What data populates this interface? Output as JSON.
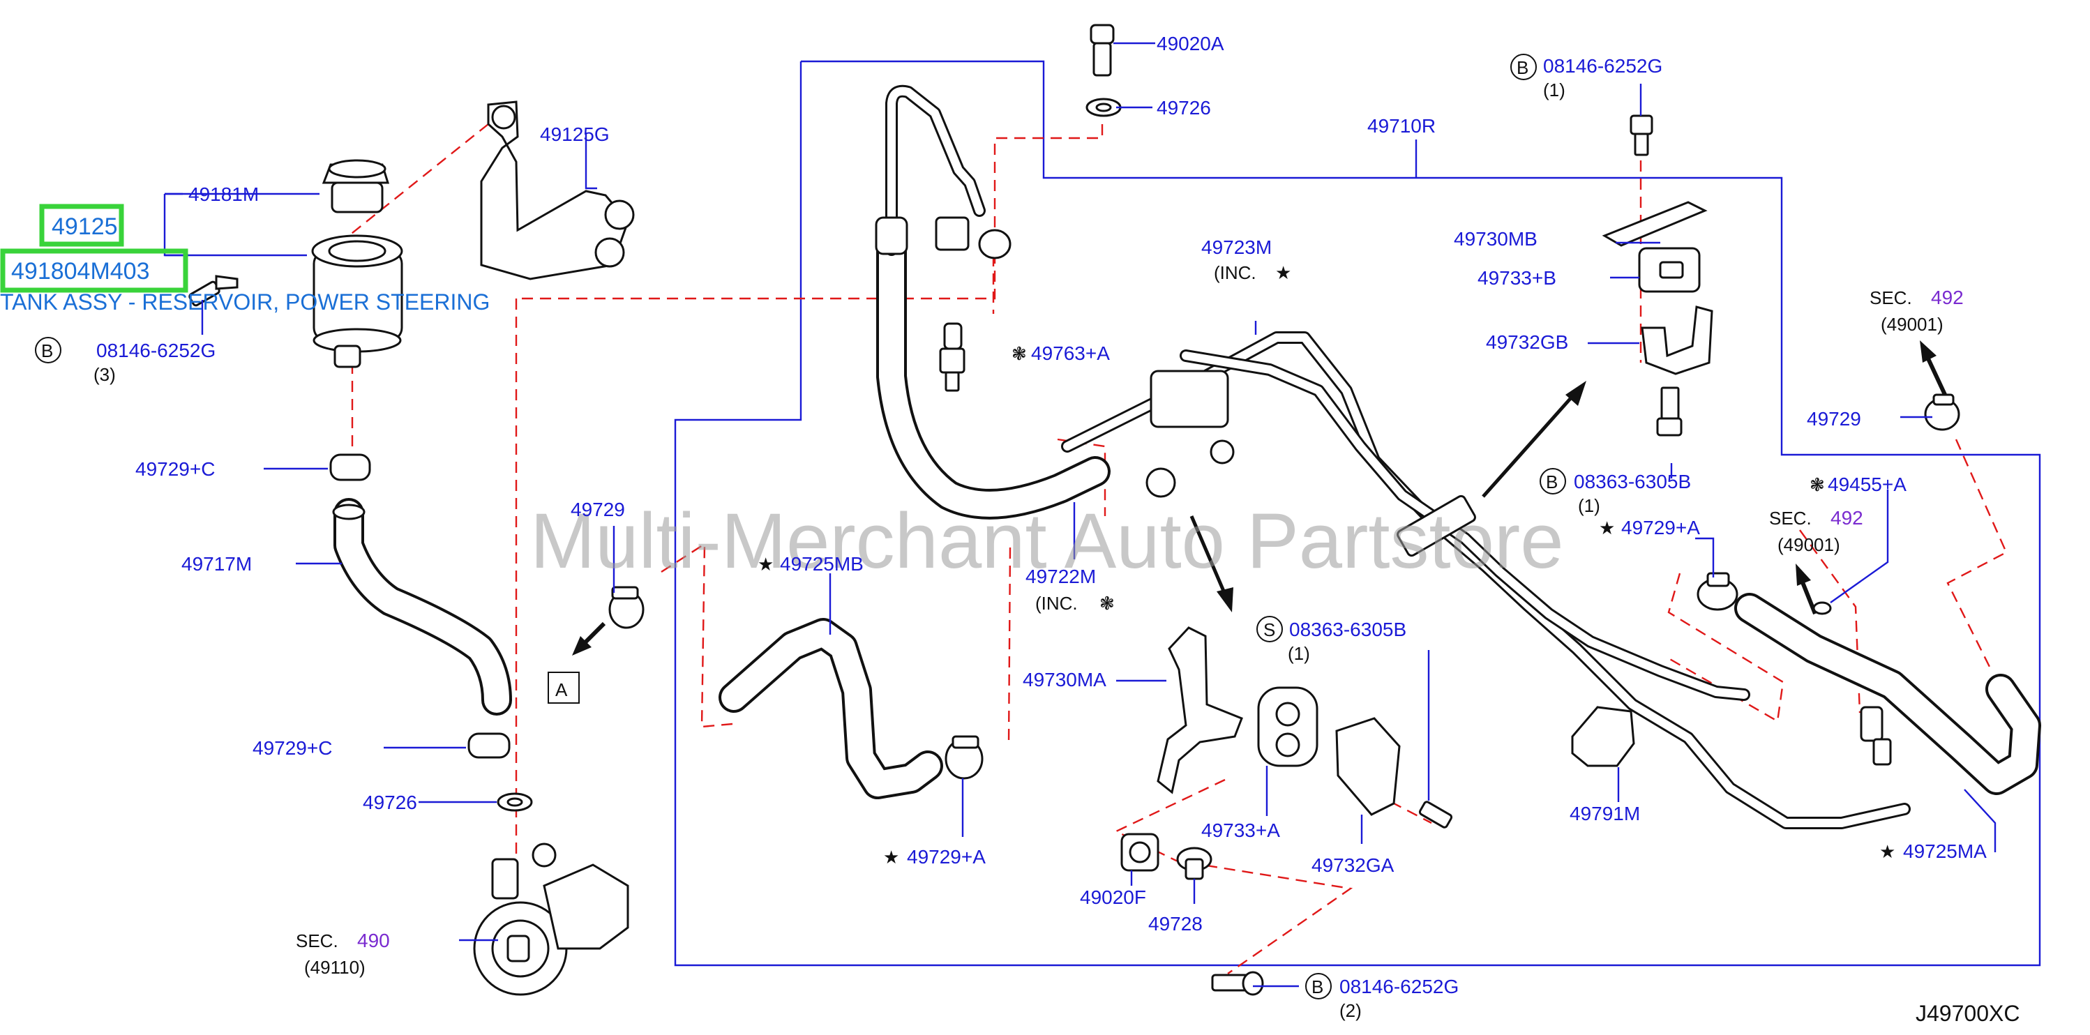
{
  "diagram": {
    "code": "J49700XC",
    "watermark": "Multi-Merchant Auto Partstore",
    "highlight": {
      "part_a": "49125",
      "part_b": "491804M403",
      "part_b_name": "TANK ASSY - RESERVOIR, POWER STEERING"
    },
    "callouts": {
      "p49181M": "49181M",
      "p49125G": "49125G",
      "p49020A": "49020A",
      "p49726_top": "49726",
      "p49710R": "49710R",
      "p49723M": "49723M",
      "p49723M_inc": "(INC.",
      "p49763A": "49763+A",
      "p49730MB": "49730MB",
      "p49733B": "49733+B",
      "p49732GB": "49732GB",
      "p49729_right": "49729",
      "p49729C_1": "49729+C",
      "p49717M": "49717M",
      "p49729C_2": "49729+C",
      "p49726_bot": "49726",
      "p49729_mid": "49729",
      "p49725MB": "49725MB",
      "p49722M": "49722M",
      "p49722M_inc": "(INC.",
      "p49729A_left": "49729+A",
      "p49730MA": "49730MA",
      "p49733A": "49733+A",
      "p49732GA": "49732GA",
      "p49020F": "49020F",
      "p49728": "49728",
      "p49791M": "49791M",
      "p49725MA": "49725MA",
      "p49729A_right": "49729+A",
      "p49455A": "49455+A",
      "ref_a": "A"
    },
    "bolts": {
      "b1_code": "08146-6252G",
      "b1_qty": "(3)",
      "b2_code": "08146-6252G",
      "b2_qty": "(1)",
      "b3_code": "08363-6305B",
      "b3_qty": "(1)",
      "b4_code": "08363-6305B",
      "b4_qty": "(1)",
      "b5_code": "08146-6252G",
      "b5_qty": "(2)",
      "letter_b": "B",
      "letter_s": "S"
    },
    "sections": {
      "sec_word": "SEC.",
      "s490": "490",
      "s490_sub": "(49110)",
      "s492a": "492",
      "s492a_sub": "(49001)",
      "s492b": "492",
      "s492b_sub": "(49001)"
    },
    "colors": {
      "label": "#1a1ad6",
      "dash": "#e01818",
      "highlight": "#39d33a",
      "section_num": "#7a2bd0"
    }
  }
}
